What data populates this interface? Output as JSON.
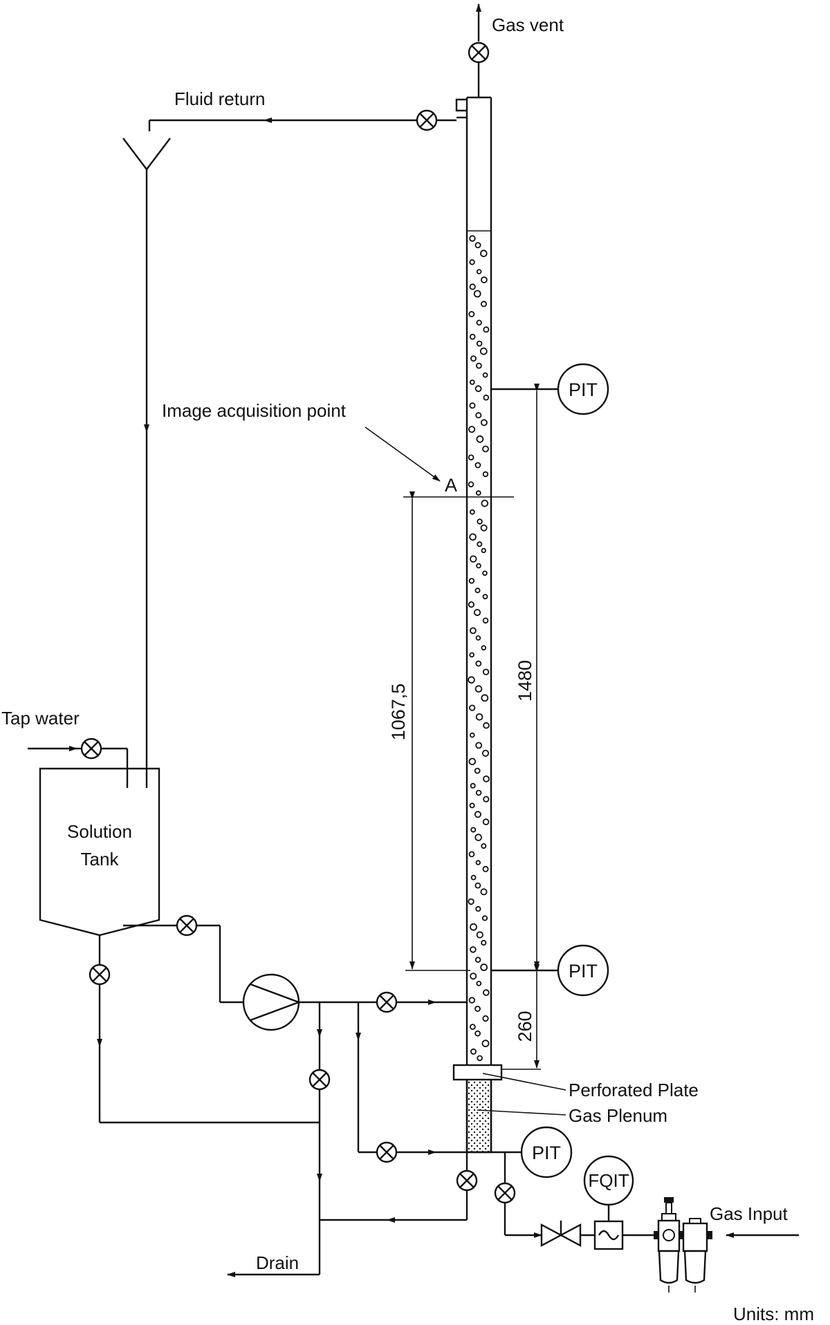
{
  "labels": {
    "gas_vent": "Gas vent",
    "fluid_return": "Fluid return",
    "image_acquisition_point": "Image acquisition point",
    "point_a": "A",
    "tap_water": "Tap water",
    "solution_tank_line1": "Solution",
    "solution_tank_line2": "Tank",
    "perforated_plate": "Perforated Plate",
    "gas_plenum": "Gas Plenum",
    "gas_input": "Gas Input",
    "drain": "Drain",
    "units": "Units: mm"
  },
  "instruments": {
    "pit_upper": "PIT",
    "pit_middle": "PIT",
    "pit_lower": "PIT",
    "fqit": "FQIT"
  },
  "dimensions": {
    "dim_1067": "1067,5",
    "dim_1480": "1480",
    "dim_260": "260"
  },
  "colors": {
    "line": "#111111",
    "background": "#ffffff"
  }
}
